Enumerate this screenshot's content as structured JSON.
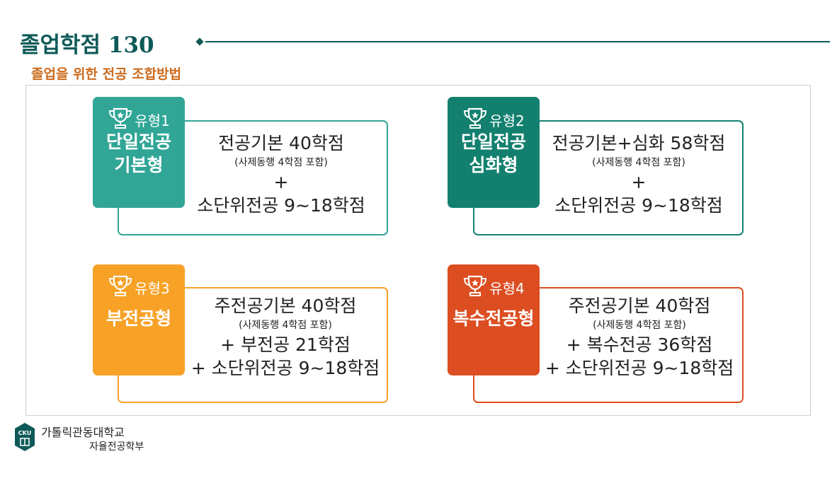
{
  "header": {
    "title": "졸업학점 130",
    "subtitle": "졸업을 위한 전공 조합방법"
  },
  "colors": {
    "type1": "#31a697",
    "type2": "#13806f",
    "type3": "#f7a227",
    "type4": "#dc4e21",
    "accent": "#0f5a59",
    "subtitle": "#cc6a1c"
  },
  "types": [
    {
      "label": "유형1",
      "name_lines": [
        "단일전공",
        "기본형"
      ],
      "trophy_icon": "trophy-icon",
      "content": [
        {
          "text": "전공기본 40학점",
          "size": "big"
        },
        {
          "text": "(사제동행 4학점 포함)",
          "size": "small"
        },
        {
          "text": "+",
          "size": "big"
        },
        {
          "text": "소단위전공 9~18학점",
          "size": "big"
        }
      ]
    },
    {
      "label": "유형2",
      "name_lines": [
        "단일전공",
        "심화형"
      ],
      "trophy_icon": "trophy-icon",
      "content": [
        {
          "text": "전공기본+심화 58학점",
          "size": "big"
        },
        {
          "text": "(사제동행 4학점 포함)",
          "size": "small"
        },
        {
          "text": "+",
          "size": "big"
        },
        {
          "text": "소단위전공 9~18학점",
          "size": "big"
        }
      ]
    },
    {
      "label": "유형3",
      "name_lines": [
        "부전공형"
      ],
      "trophy_icon": "trophy-icon",
      "content": [
        {
          "text": "주전공기본 40학점",
          "size": "big"
        },
        {
          "text": "(사제동행 4학점 포함)",
          "size": "small"
        },
        {
          "text": "+  부전공 21학점",
          "size": "big"
        },
        {
          "text": "+ 소단위전공 9~18학점",
          "size": "big"
        }
      ]
    },
    {
      "label": "유형4",
      "name_lines": [
        "복수전공형"
      ],
      "trophy_icon": "trophy-icon",
      "content": [
        {
          "text": "주전공기본 40학점",
          "size": "big"
        },
        {
          "text": "(사제동행 4학점 포함)",
          "size": "small"
        },
        {
          "text": "+  복수전공 36학점",
          "size": "big"
        },
        {
          "text": "+ 소단위전공 9~18학점",
          "size": "big"
        }
      ]
    }
  ],
  "footer": {
    "logo_text": "CKU",
    "university": "가톨릭관동대학교",
    "department": "자율전공학부"
  }
}
